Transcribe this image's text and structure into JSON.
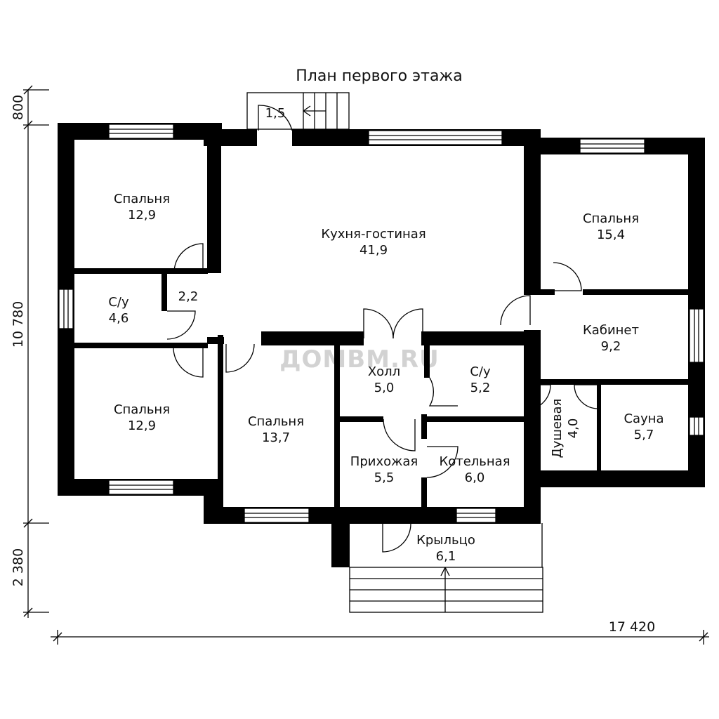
{
  "title": "План первого этажа",
  "watermark": "ДОМВМ.RU",
  "dimensions": {
    "top": "800",
    "left_main": "10 780",
    "left_bottom": "2 380",
    "bottom": "17 420"
  },
  "rooms": [
    {
      "id": "bedroom-nw",
      "name": "Спальня",
      "area": "12,9"
    },
    {
      "id": "kitchen-living",
      "name": "Кухня-гостиная",
      "area": "41,9"
    },
    {
      "id": "bedroom-ne",
      "name": "Спальня",
      "area": "15,4"
    },
    {
      "id": "corridor",
      "name": "",
      "area": "2,2"
    },
    {
      "id": "bathroom-w",
      "name": "С/у",
      "area": "4,6"
    },
    {
      "id": "study",
      "name": "Кабинет",
      "area": "9,2"
    },
    {
      "id": "hall",
      "name": "Холл",
      "area": "5,0"
    },
    {
      "id": "bathroom-c",
      "name": "С/у",
      "area": "5,2"
    },
    {
      "id": "bedroom-sw",
      "name": "Спальня",
      "area": "12,9"
    },
    {
      "id": "bedroom-s",
      "name": "Спальня",
      "area": "13,7"
    },
    {
      "id": "shower",
      "name": "Душевая",
      "area": "4,0"
    },
    {
      "id": "sauna",
      "name": "Сауна",
      "area": "5,7"
    },
    {
      "id": "entrance-hall",
      "name": "Прихожая",
      "area": "5,5"
    },
    {
      "id": "boiler-room",
      "name": "Котельная",
      "area": "6,0"
    },
    {
      "id": "porch",
      "name": "Крыльцо",
      "area": "6,1"
    },
    {
      "id": "rear-steps",
      "name": "",
      "area": "1,5"
    }
  ]
}
